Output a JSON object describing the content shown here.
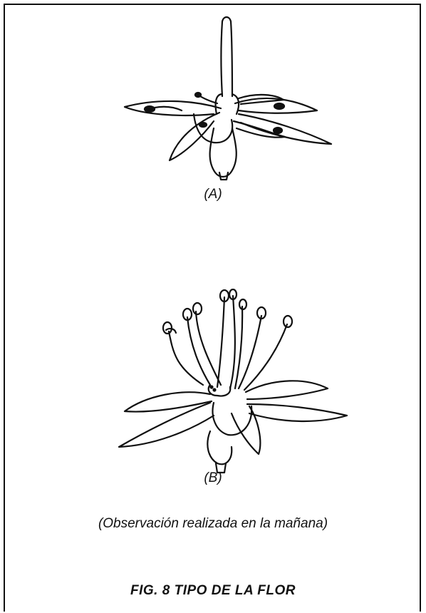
{
  "figure": {
    "flower_a_label": "(A)",
    "flower_b_label": "(B)",
    "observation_note": "(Observación realizada en la mañana)",
    "title": "FIG. 8  TIPO DE LA FLOR"
  }
}
